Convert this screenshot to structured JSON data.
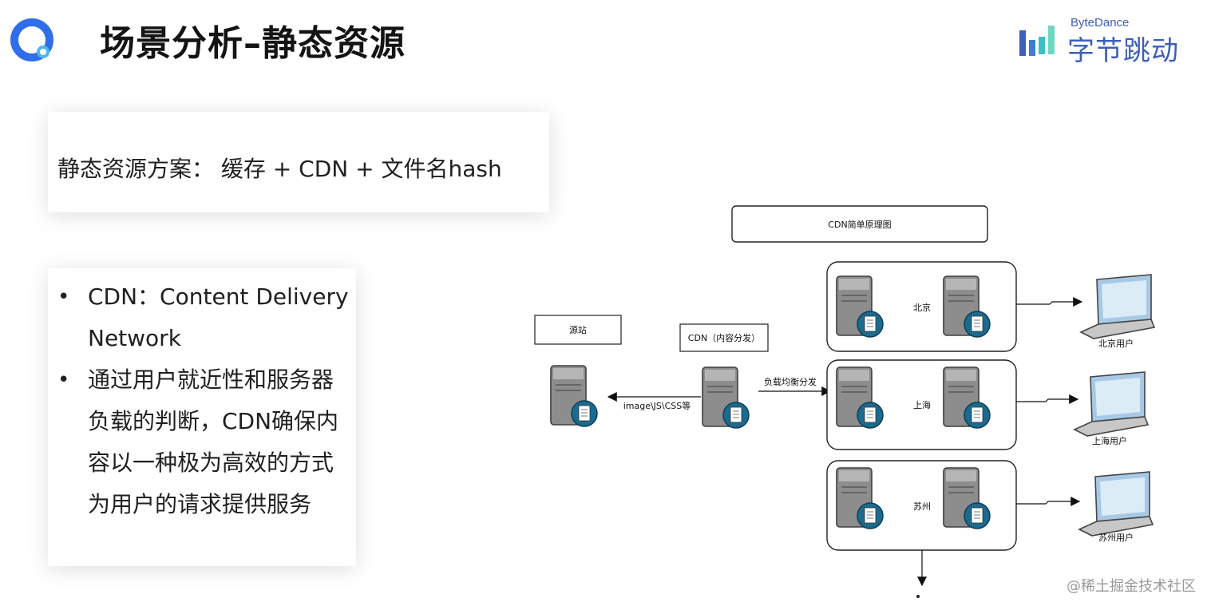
{
  "header": {
    "title": "场景分析–静态资源",
    "brand_en": "ByteDance",
    "brand_cn": "字节跳动"
  },
  "colors": {
    "logo_blue": "#2f6ee8",
    "brand_blue": "#3d5fb8",
    "brand_teal": "#3cc0c6",
    "server_gray": "#8d8d8d",
    "doc_badge": "#1b6a8f"
  },
  "card1": {
    "text": "静态资源方案： 缓存 + CDN + 文件名hash"
  },
  "card2": {
    "bullets": [
      "CDN：Content Delivery Network",
      "通过用户就近性和服务器负载的判断，CDN确保内容以一种极为高效的方式为用户的请求提供服务"
    ]
  },
  "diagram": {
    "title": "CDN简单原理图",
    "origin_label": "源站",
    "cdn_label": "CDN（内容分发）",
    "request_label": "image\\JS\\CSS等",
    "balance_label": "负载均衡分发",
    "regions": [
      {
        "name": "北京",
        "user": "北京用户"
      },
      {
        "name": "上海",
        "user": "上海用户"
      },
      {
        "name": "苏州",
        "user": "苏州用户"
      }
    ]
  },
  "watermark": "@稀土掘金技术社区"
}
